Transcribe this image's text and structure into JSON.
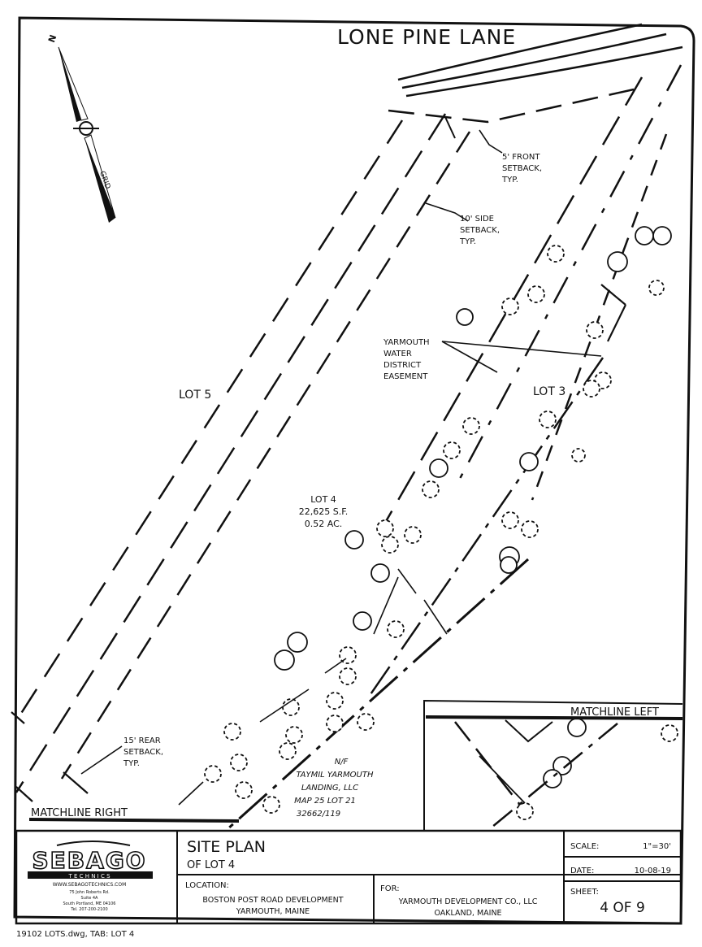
{
  "street": "LONE PINE LANE",
  "north_label": "N",
  "grid_label": "GRID",
  "notes": {
    "front_setback": [
      "5' FRONT",
      "SETBACK,",
      "TYP."
    ],
    "side_setback": [
      "10' SIDE",
      "SETBACK,",
      "TYP."
    ],
    "easement": [
      "YARMOUTH",
      "WATER",
      "DISTRICT",
      "EASEMENT"
    ],
    "rear_setback": [
      "15' REAR",
      "SETBACK,",
      "TYP."
    ],
    "abutter": [
      "N/F",
      "TAYMIL YARMOUTH",
      "LANDING, LLC",
      "MAP 25 LOT 21",
      "32662/119"
    ]
  },
  "lots": {
    "lot5": "LOT 5",
    "lot3": "LOT 3",
    "lot4": [
      "LOT 4",
      "22,625 S.F.",
      "0.52 AC."
    ]
  },
  "matchline_right": "MATCHLINE RIGHT",
  "matchline_left": "MATCHLINE LEFT",
  "title_block": {
    "logo": "SEBAGO",
    "logo_sub": "T E C H N I C S",
    "logo_web": "WWW.SEBAGOTECHNICS.COM",
    "logo_addr": [
      "75 John Roberts Rd.",
      "Suite 4A",
      "South Portland, ME 04106",
      "Tel. 207-200-2100"
    ],
    "title": "SITE PLAN",
    "subtitle": "OF LOT 4",
    "location_label": "LOCATION:",
    "location": [
      "BOSTON POST ROAD DEVELOPMENT",
      "YARMOUTH, MAINE"
    ],
    "for_label": "FOR:",
    "for": [
      "YARMOUTH DEVELOPMENT CO., LLC",
      "OAKLAND, MAINE"
    ],
    "scale_label": "SCALE:",
    "scale": "1\"=30'",
    "date_label": "DATE:",
    "date": "10-08-19",
    "sheet_label": "SHEET:",
    "sheet": "4 OF 9"
  },
  "footer": "19102 LOTS.dwg, TAB: LOT 4"
}
